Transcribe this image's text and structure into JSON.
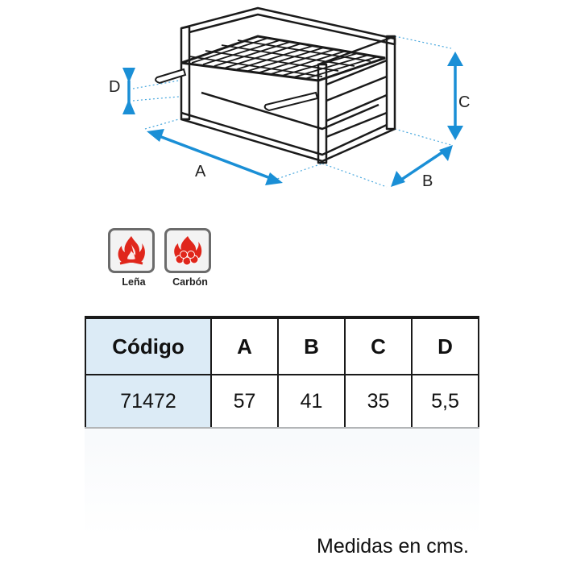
{
  "diagram": {
    "dimension_labels": {
      "a": "A",
      "b": "B",
      "c": "C",
      "d": "D"
    },
    "arrow_color": "#1a8fd6"
  },
  "fuel_types": [
    {
      "label": "Leña",
      "icon": "firewood-flame-icon"
    },
    {
      "label": "Carbón",
      "icon": "charcoal-flame-icon"
    }
  ],
  "spec_table": {
    "headers": {
      "code": "Código",
      "a": "A",
      "b": "B",
      "c": "C",
      "d": "D"
    },
    "row": {
      "code": "71472",
      "a": "57",
      "b": "41",
      "c": "35",
      "d": "5,5"
    }
  },
  "footer": {
    "note": "Medidas en cms."
  },
  "colors": {
    "flame_red": "#e0261b",
    "table_header_bg": "#dcebf6"
  }
}
